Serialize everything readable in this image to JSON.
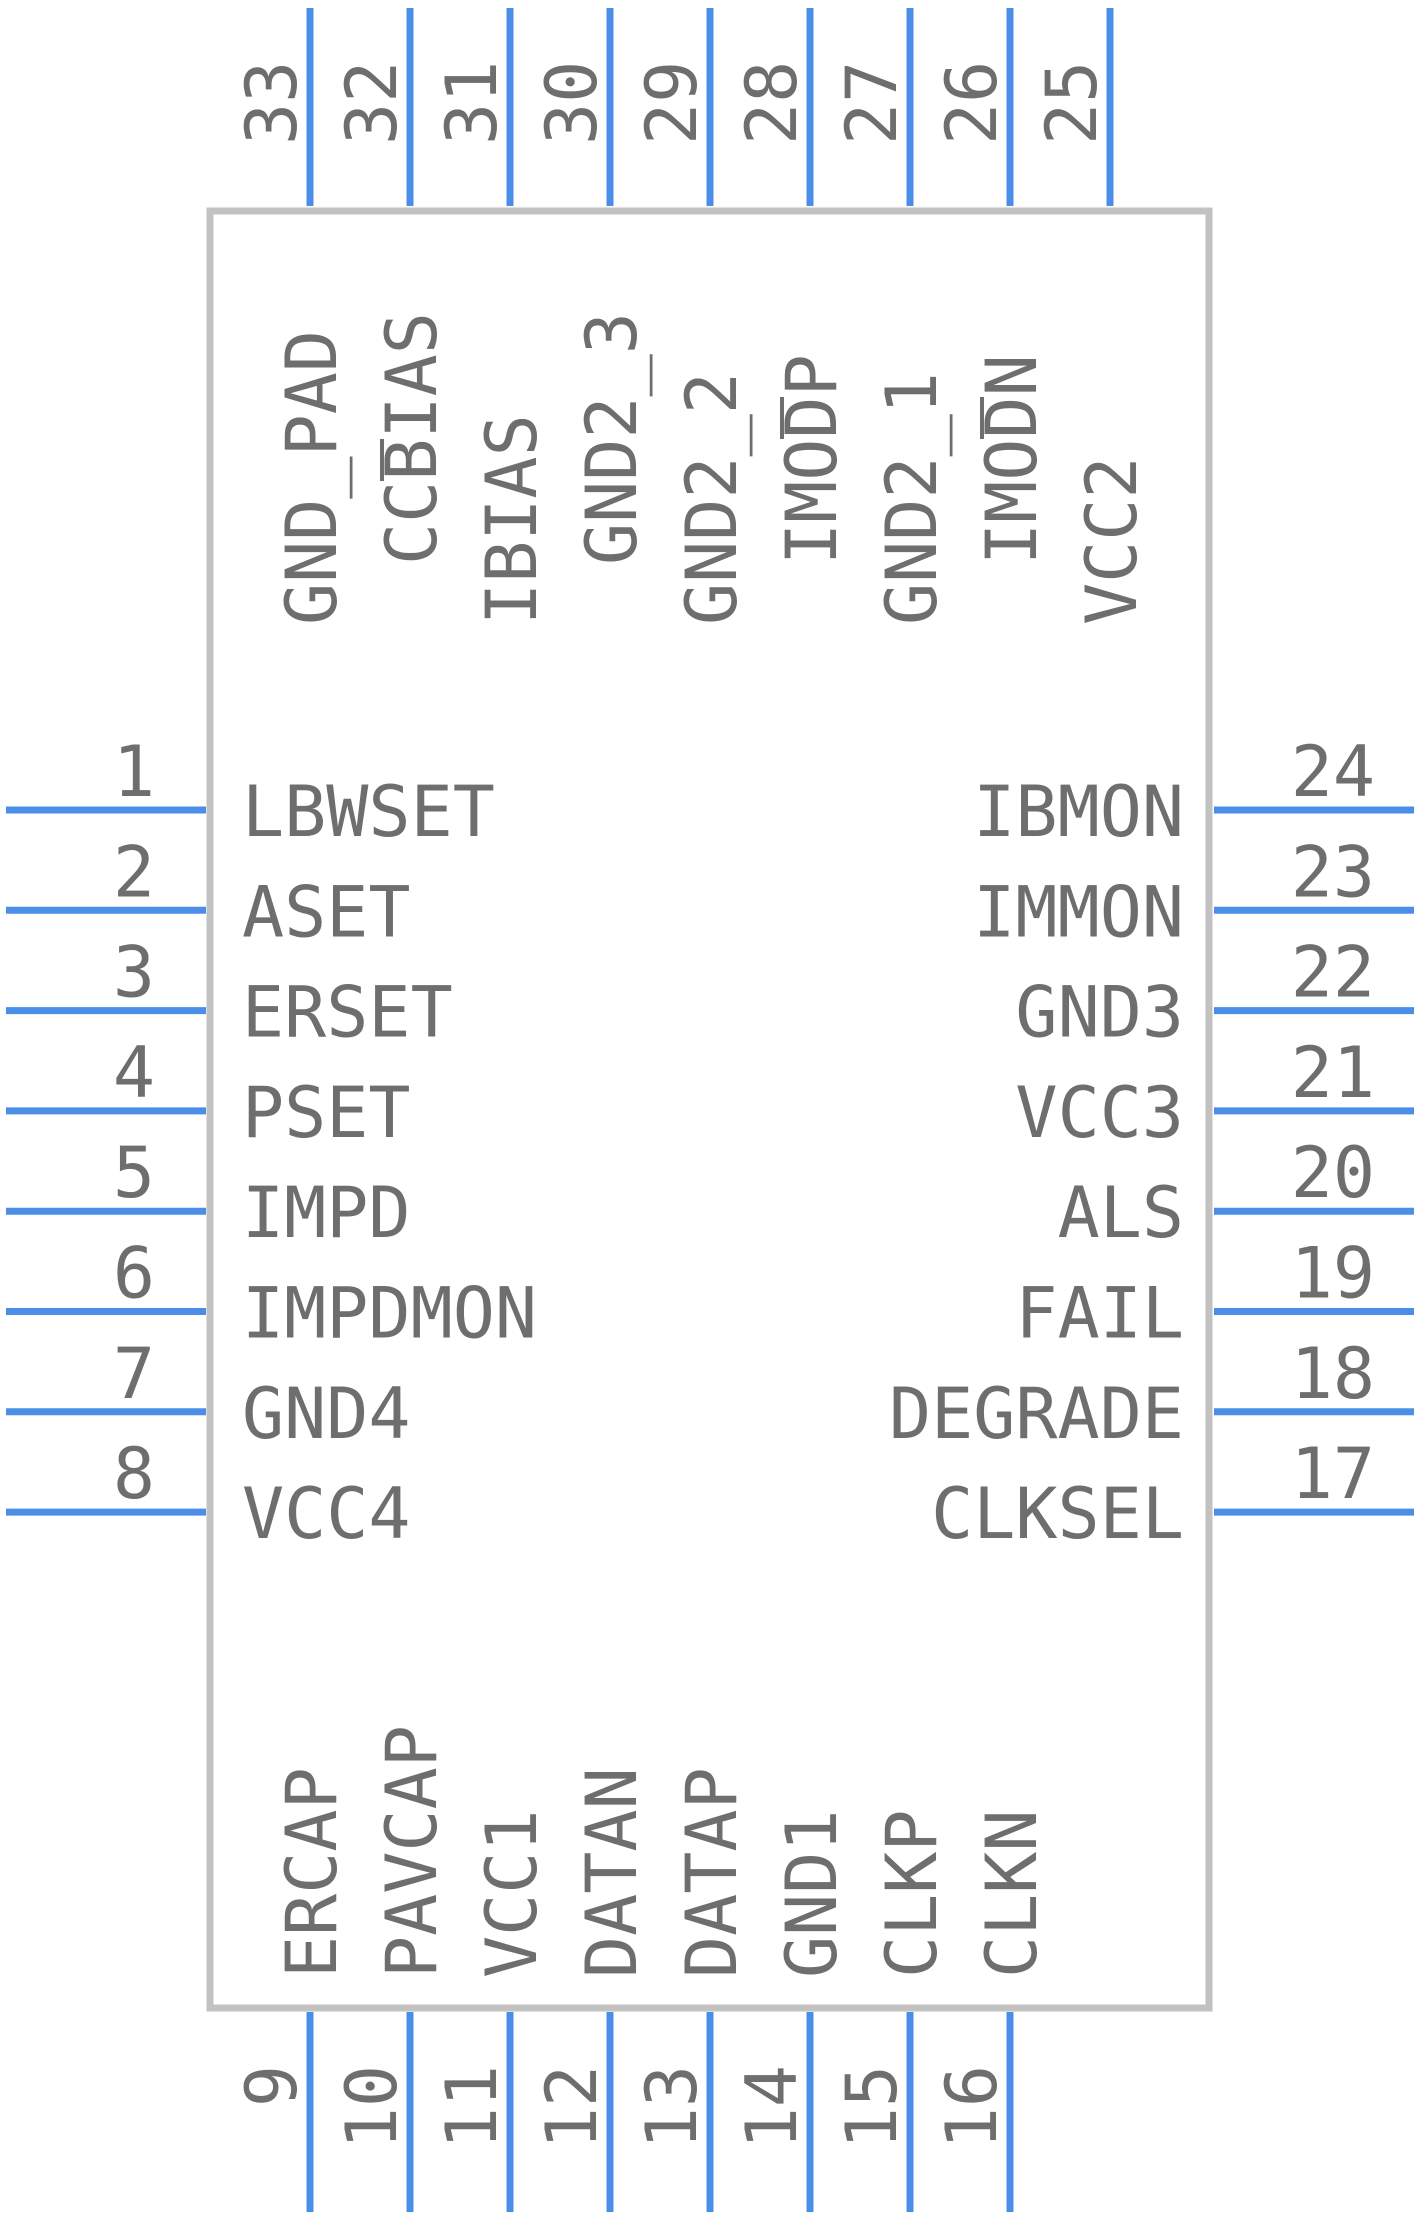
{
  "component": {
    "colors": {
      "pin": "#4a8ee8",
      "outline": "#c2c2c2",
      "text": "#6e6e6e"
    },
    "pins_left": [
      {
        "num": "1",
        "label": "LBWSET"
      },
      {
        "num": "2",
        "label": "ASET"
      },
      {
        "num": "3",
        "label": "ERSET"
      },
      {
        "num": "4",
        "label": "PSET"
      },
      {
        "num": "5",
        "label": "IMPD"
      },
      {
        "num": "6",
        "label": "IMPDMON"
      },
      {
        "num": "7",
        "label": "GND4"
      },
      {
        "num": "8",
        "label": "VCC4"
      }
    ],
    "pins_right": [
      {
        "num": "24",
        "label": "IBMON"
      },
      {
        "num": "23",
        "label": "IMMON"
      },
      {
        "num": "22",
        "label": "GND3"
      },
      {
        "num": "21",
        "label": "VCC3"
      },
      {
        "num": "20",
        "label": "ALS"
      },
      {
        "num": "19",
        "label": "FAIL"
      },
      {
        "num": "18",
        "label": "DEGRADE"
      },
      {
        "num": "17",
        "label": "CLKSEL"
      }
    ],
    "pins_bottom": [
      {
        "num": "9",
        "label": "ERCAP"
      },
      {
        "num": "10",
        "label": "PAVCAP"
      },
      {
        "num": "11",
        "label": "VCC1"
      },
      {
        "num": "12",
        "label": "DATAN"
      },
      {
        "num": "13",
        "label": "DATAP"
      },
      {
        "num": "14",
        "label": "GND1"
      },
      {
        "num": "15",
        "label": "CLKP"
      },
      {
        "num": "16",
        "label": "CLKN"
      }
    ],
    "pins_top": [
      {
        "num": "33",
        "label": "GND_PAD"
      },
      {
        "num": "32",
        "label": "CCBIAS",
        "overline": [
          2,
          3
        ]
      },
      {
        "num": "31",
        "label": "IBIAS"
      },
      {
        "num": "30",
        "label": "GND2_3"
      },
      {
        "num": "29",
        "label": "GND2_2"
      },
      {
        "num": "28",
        "label": "IMODP",
        "overline": [
          3,
          4
        ]
      },
      {
        "num": "27",
        "label": "GND2_1"
      },
      {
        "num": "26",
        "label": "IMODN",
        "overline": [
          3,
          4
        ]
      },
      {
        "num": "25",
        "label": "VCC2"
      }
    ]
  }
}
